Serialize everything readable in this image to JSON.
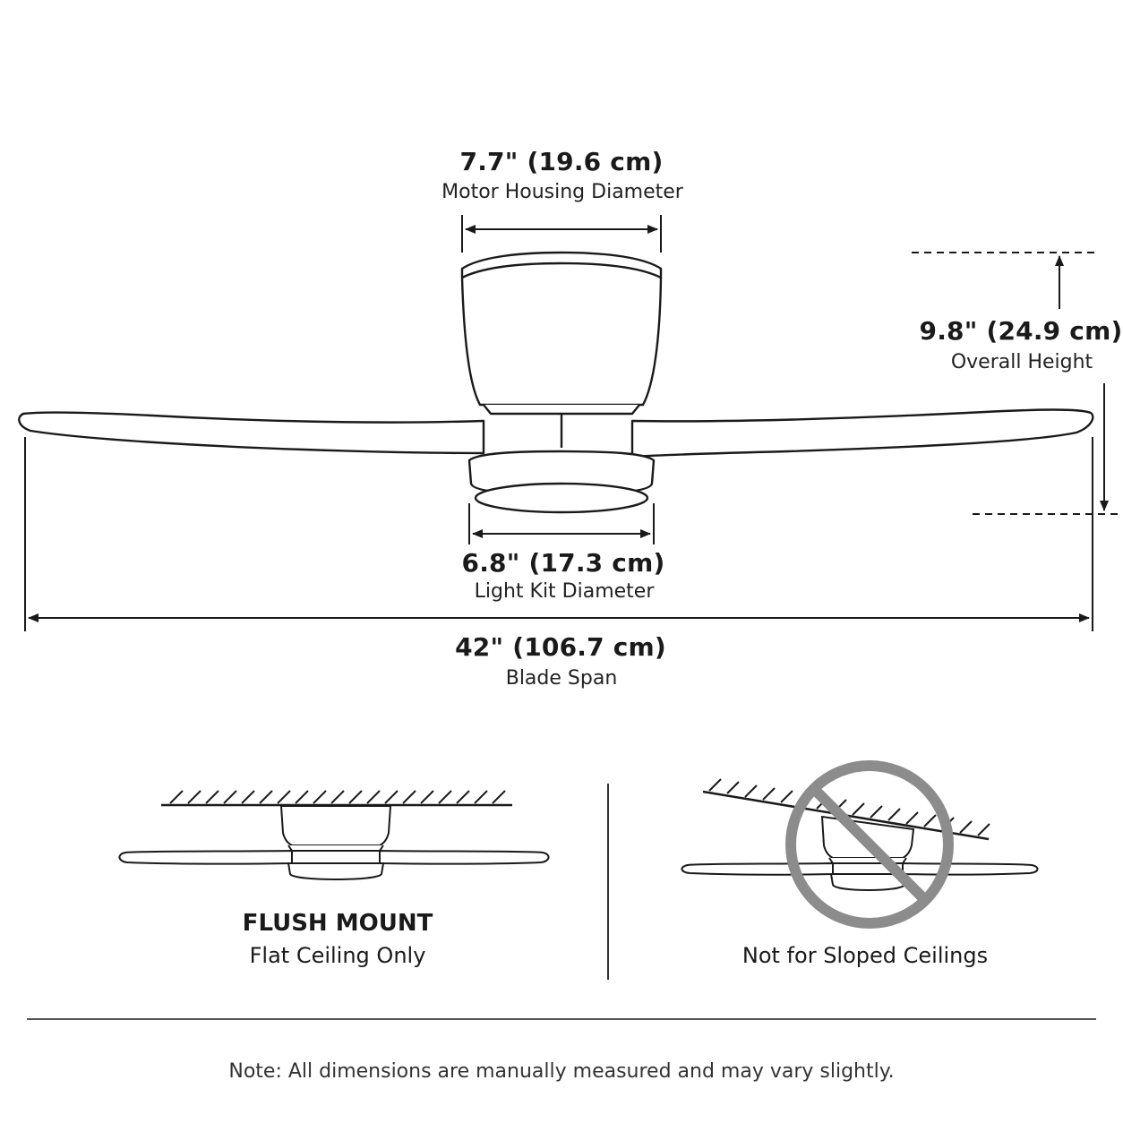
{
  "dimensions": {
    "motor_housing": {
      "value": "7.7\" (19.6 cm)",
      "label": "Motor Housing Diameter"
    },
    "overall_height": {
      "value": "9.8\" (24.9 cm)",
      "label": "Overall Height"
    },
    "light_kit": {
      "value": "6.8\" (17.3 cm)",
      "label": "Light Kit Diameter"
    },
    "blade_span": {
      "value": "42\" (106.7 cm)",
      "label": "Blade Span"
    }
  },
  "mounting": {
    "flush": {
      "title": "FLUSH MOUNT",
      "caption": "Flat Ceiling Only"
    },
    "sloped": {
      "caption": "Not for Sloped Ceilings"
    }
  },
  "note": "Note: All dimensions are manually measured and may vary slightly.",
  "colors": {
    "line": "#1a1a1a",
    "prohibit": "#8c8c8c"
  },
  "icons": {
    "prohibit": "prohibition-icon"
  }
}
